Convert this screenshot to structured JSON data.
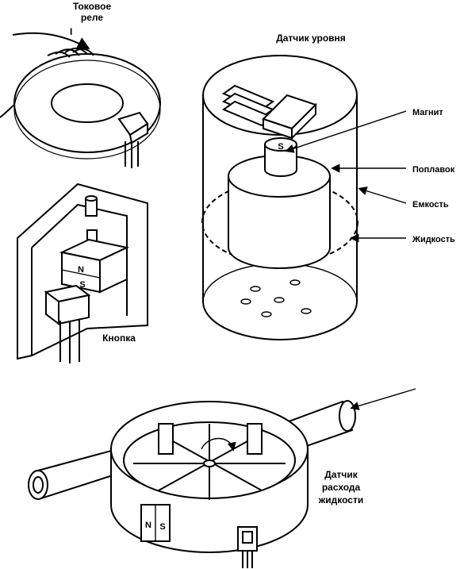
{
  "current_relay": {
    "title_line1": "Токовое",
    "title_line2": "реле",
    "current_symbol": "I"
  },
  "button": {
    "label": "Кнопка",
    "pole_north": "N",
    "pole_south": "S"
  },
  "level_sensor": {
    "title": "Датчик уровня",
    "magnet_pole": "S",
    "callouts": {
      "magnet": "Магнит",
      "float": "Поплавок",
      "tank": "Емкость",
      "liquid": "Жидкость"
    }
  },
  "flow_sensor": {
    "label_line1": "Датчик",
    "label_line2": "расхода",
    "label_line3": "жидкости",
    "pole_north": "N",
    "pole_south": "S"
  }
}
